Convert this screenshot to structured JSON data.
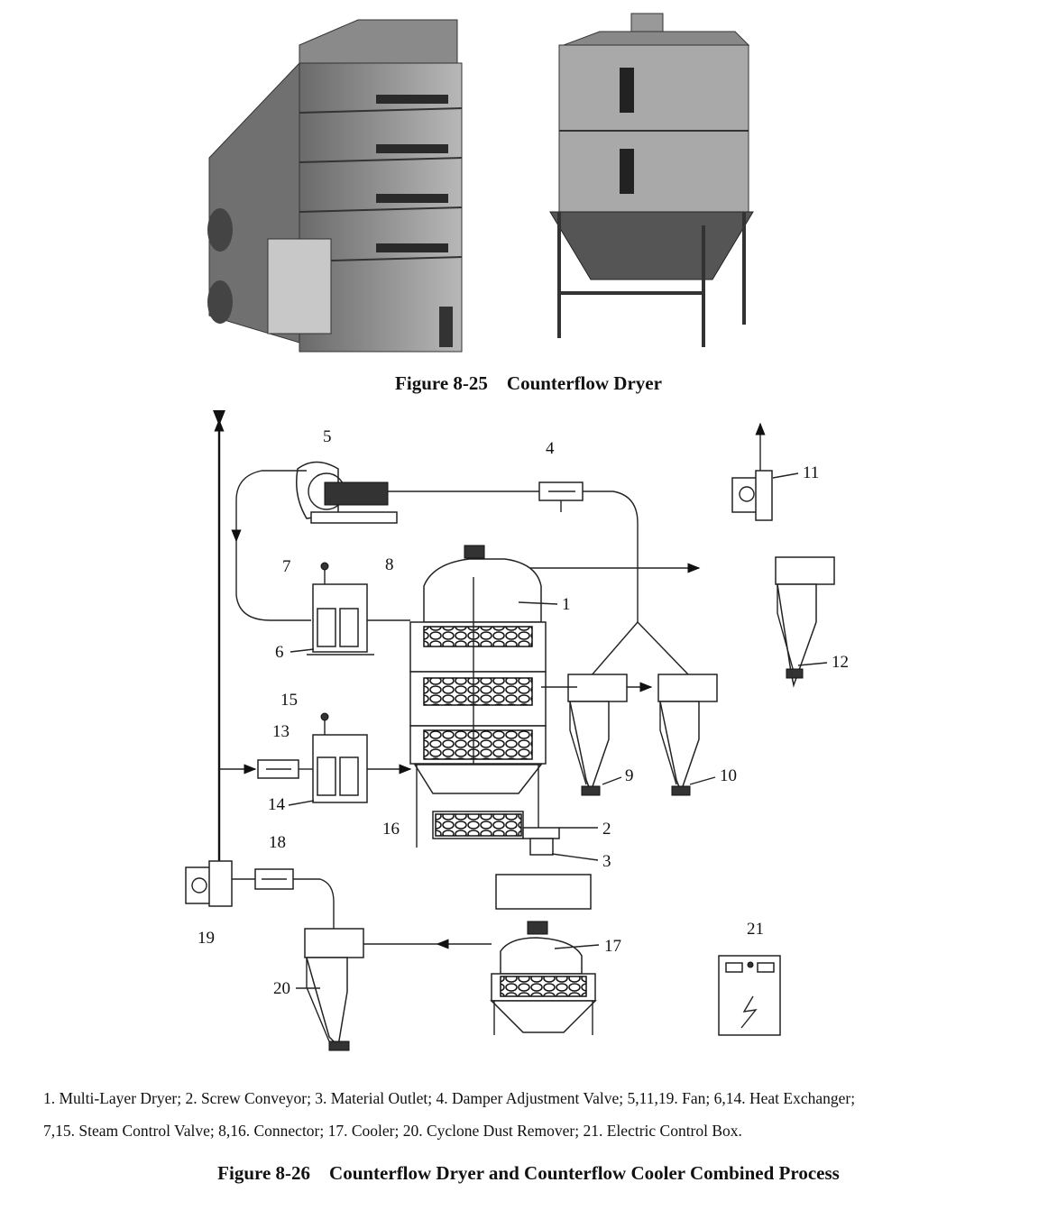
{
  "figure_8_25": {
    "number": "Figure 8-25",
    "title": "Counterflow Dryer",
    "photos": [
      "counterflow-dryer-photo-1",
      "counterflow-dryer-photo-2"
    ]
  },
  "figure_8_26": {
    "number": "Figure 8-26",
    "title": "Counterflow Dryer and Counterflow Cooler Combined Process",
    "labels": {
      "n1": "1",
      "n2": "2",
      "n3": "3",
      "n4": "4",
      "n5": "5",
      "n6": "6",
      "n7": "7",
      "n8": "8",
      "n9": "9",
      "n10": "10",
      "n11": "11",
      "n12": "12",
      "n13": "13",
      "n14": "14",
      "n15": "15",
      "n16": "16",
      "n17": "17",
      "n18": "18",
      "n19": "19",
      "n20": "20",
      "n21": "21"
    },
    "legend_line_1": "1. Multi-Layer Dryer; 2. Screw Conveyor; 3. Material Outlet; 4. Damper Adjustment Valve; 5,11,19. Fan; 6,14. Heat Exchanger;",
    "legend_line_2": "7,15. Steam Control Valve; 8,16. Connector; 17. Cooler; 20. Cyclone Dust Remover; 21. Electric Control Box."
  }
}
